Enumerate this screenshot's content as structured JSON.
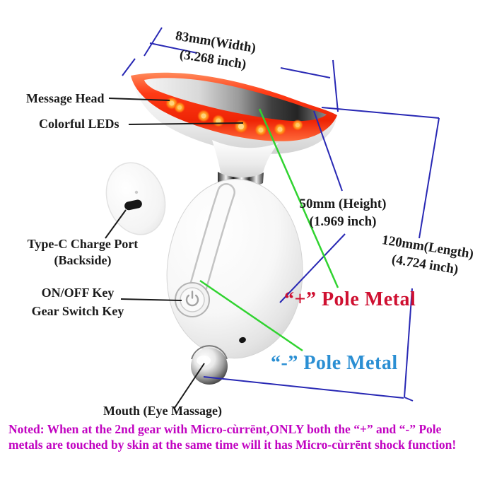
{
  "callouts": {
    "message_head": "Message Head",
    "colorful_leds": "Colorful LEDs",
    "type_c_port": {
      "line1": "Type-C Charge Port",
      "line2": "(Backside)"
    },
    "power_key": {
      "line1": "ON/OFF Key",
      "line2": "Gear Switch Key"
    },
    "mouth": "Mouth (Eye Massage)",
    "pole_plus": "“+” Pole Metal",
    "pole_minus": "“-” Pole Metal"
  },
  "dimensions": {
    "width": {
      "metric": "83mm(Width)",
      "imperial": "(3.268 inch)"
    },
    "height": {
      "metric": "50mm (Height)",
      "imperial": "(1.969 inch)"
    },
    "length": {
      "metric": "120mm(Length)",
      "imperial": "(4.724 inch)"
    }
  },
  "note": {
    "line1": "Noted: When at the 2nd gear with Micro-cùrrēnt,ONLY both the “+” and “-” Pole",
    "line2": "metals are touched by skin at the same time will it has Micro-cùrrēnt shock function!"
  },
  "icons": {
    "power_button": "power-icon"
  },
  "colors": {
    "background": "#ffffff",
    "dimension_line_blue": "#2828b4",
    "pointer_line_green": "#30d330",
    "leader_line_black": "#1a1a1a",
    "pole_plus_red": "#cf1031",
    "pole_minus_blue": "#2b8fd3",
    "note_magenta": "#c103c1",
    "label_black": "#1a1a1a",
    "led_orange": "#ff8c1a",
    "head_rim_red": "#ff3b16"
  }
}
